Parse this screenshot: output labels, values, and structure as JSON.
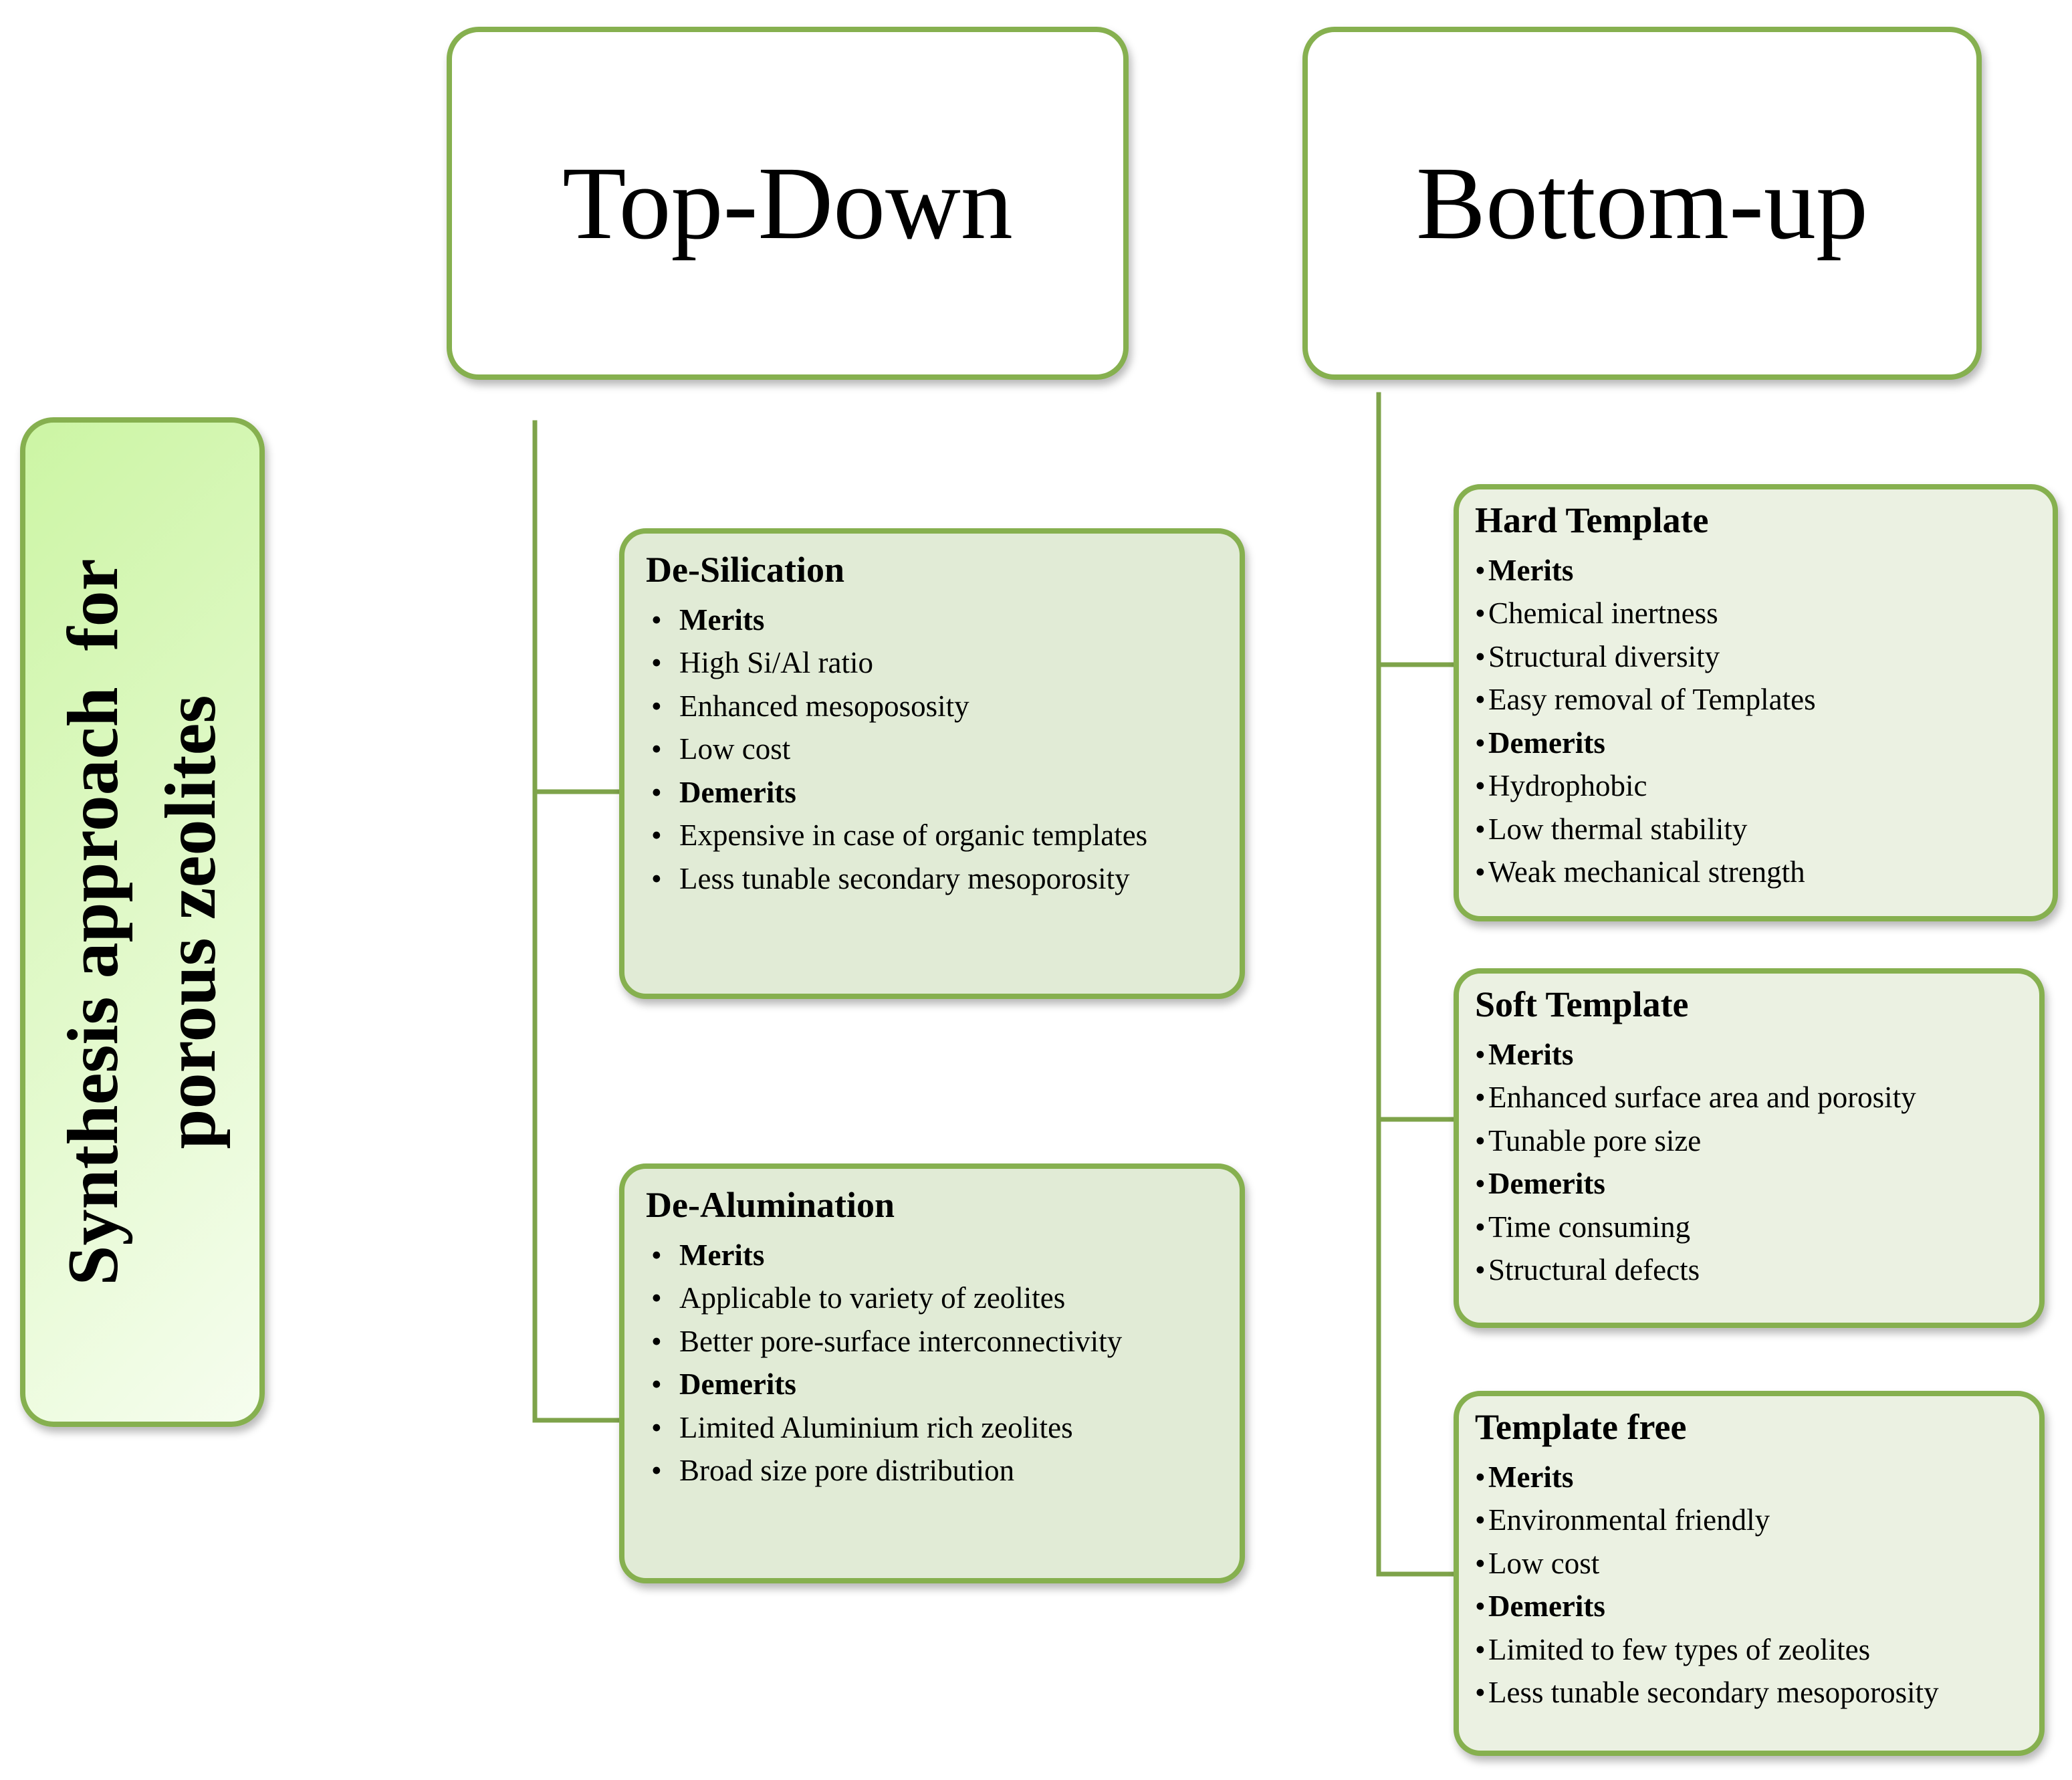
{
  "colors": {
    "border_green": "#86b04f",
    "connector_green": "#7ea34a",
    "method_fill_left": "#e1ebd6",
    "method_fill_right": "#ebf1e2",
    "side_gradient_start": "#ccf5a4",
    "side_gradient_end": "#f6fdef"
  },
  "side_title": {
    "line1": "Synthesis approach  for",
    "line2": "porous zeolites"
  },
  "top_down": {
    "title": "Top-Down",
    "methods": [
      {
        "title": "De-Silication",
        "bullet": "•",
        "items": [
          {
            "text": "Merits",
            "bold": true
          },
          {
            "text": "High Si/Al ratio",
            "bold": false
          },
          {
            "text": "Enhanced  mesopososity",
            "bold": false
          },
          {
            "text": "Low cost",
            "bold": false
          },
          {
            "text": "Demerits",
            "bold": true
          },
          {
            "text": "Expensive  in case of organic templates",
            "bold": false
          },
          {
            "text": "Less tunable  secondary mesoporosity",
            "bold": false
          }
        ]
      },
      {
        "title": "De-Alumination",
        "bullet": "•",
        "items": [
          {
            "text": "Merits",
            "bold": true
          },
          {
            "text": "Applicable to variety of zeolites",
            "bold": false
          },
          {
            "text": "Better pore-surface interconnectivity",
            "bold": false
          },
          {
            "text": "Demerits",
            "bold": true
          },
          {
            "text": "Limited  Aluminium  rich zeolites",
            "bold": false
          },
          {
            "text": "Broad size pore distribution",
            "bold": false
          }
        ]
      }
    ]
  },
  "bottom_up": {
    "title": "Bottom-up",
    "methods": [
      {
        "title": "Hard Template",
        "bullet": "•",
        "items": [
          {
            "text": "Merits",
            "bold": true
          },
          {
            "text": "Chemical  inertness",
            "bold": false
          },
          {
            "text": "Structural  diversity",
            "bold": false
          },
          {
            "text": "Easy removal of Templates",
            "bold": false
          },
          {
            "text": "Demerits",
            "bold": true
          },
          {
            "text": "Hydrophobic",
            "bold": false
          },
          {
            "text": "Low thermal  stability",
            "bold": false
          },
          {
            "text": "Weak mechanical  strength",
            "bold": false
          }
        ]
      },
      {
        "title": "Soft Template",
        "bullet": "•",
        "items": [
          {
            "text": "Merits",
            "bold": true
          },
          {
            "text": "Enhanced  surface area and porosity",
            "bold": false
          },
          {
            "text": "Tunable  pore size",
            "bold": false
          },
          {
            "text": "Demerits",
            "bold": true
          },
          {
            "text": "Time  consuming",
            "bold": false
          },
          {
            "text": "Structural  defects",
            "bold": false
          }
        ]
      },
      {
        "title": "Template free",
        "bullet": "•",
        "items": [
          {
            "text": "Merits",
            "bold": true
          },
          {
            "text": "Environmental  friendly",
            "bold": false
          },
          {
            "text": "Low cost",
            "bold": false
          },
          {
            "text": "Demerits",
            "bold": true
          },
          {
            "text": "Limited to few types of zeolites",
            "bold": false
          },
          {
            "text": "Less tunable  secondary mesoporosity",
            "bold": false
          }
        ]
      }
    ]
  }
}
